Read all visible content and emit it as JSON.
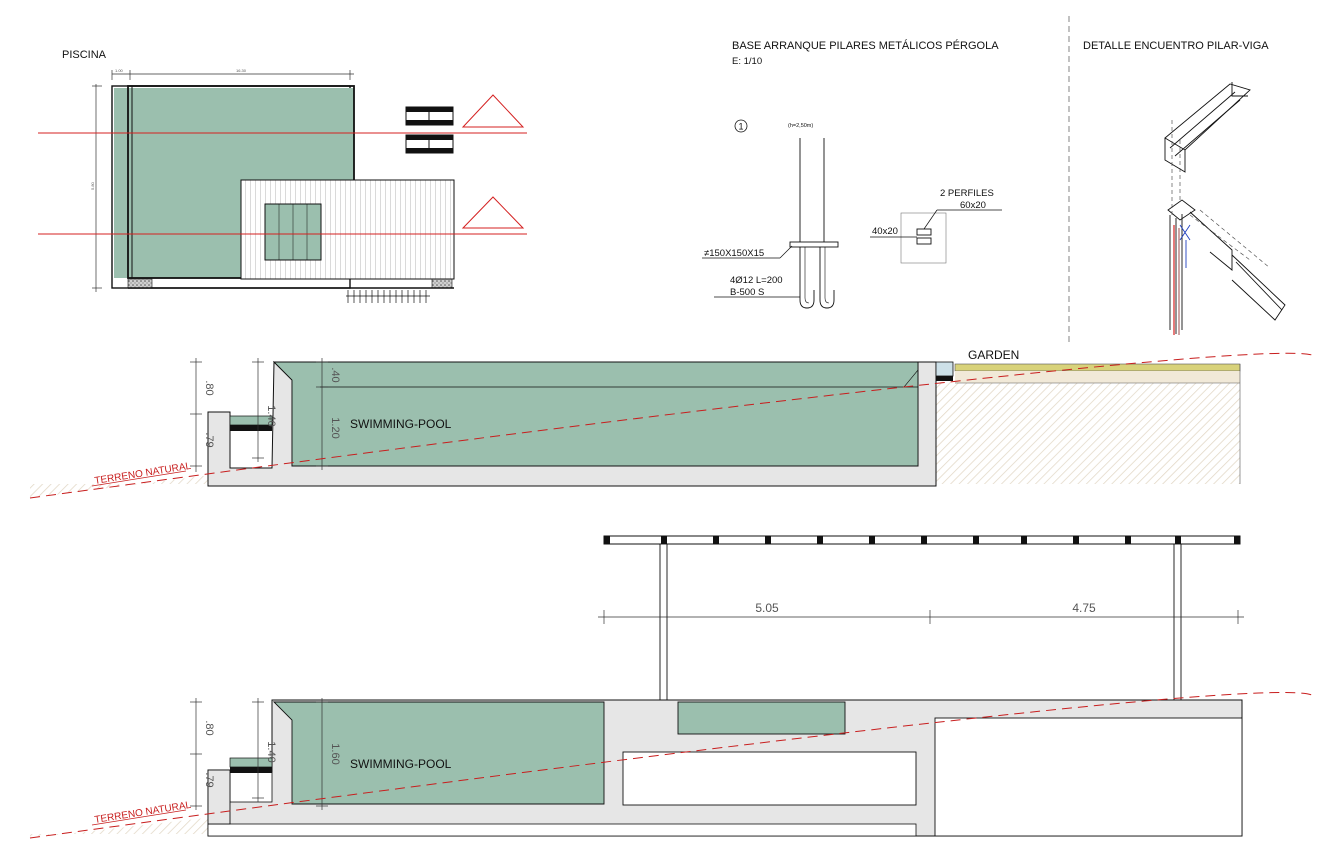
{
  "colors": {
    "water": "#9bbfae",
    "concrete": "#e6e6e6",
    "section_line": "#d42020",
    "terrain_line": "#c81e1e",
    "grass": "#d8d27a",
    "ink": "#111111"
  },
  "plan": {
    "title": "PISCINA",
    "dim_top_left": "1.00",
    "dim_top_main": "16.30",
    "dim_side": "5.80"
  },
  "base_detail": {
    "title": "BASE ARRANQUE PILARES METÁLICOS PÉRGOLA",
    "scale": "E: 1/10",
    "marker": "1",
    "height_note": "(h=2,50m)",
    "plate": "≠150X150X15",
    "bars": "4Ø12 L=200",
    "steel": "B-500 S",
    "profiles_label": "2 PERFILES",
    "profiles_size": "60x20",
    "tube_size": "40x20"
  },
  "beam_detail": {
    "title": "DETALLE ENCUENTRO PILAR-VIGA"
  },
  "section1": {
    "garden": "GARDEN",
    "pool": "SWIMMING-POOL",
    "terrain": "TERRENO NATURAL",
    "dim_80": ".80",
    "dim_79": ".79",
    "dim_140": "1.40",
    "dim_40": ".40",
    "dim_120": "1.20"
  },
  "section2": {
    "pool": "SWIMMING-POOL",
    "terrain": "TERRENO NATURAL",
    "span_left": "5.05",
    "span_right": "4.75",
    "dim_80": ".80",
    "dim_79": ".79",
    "dim_140": "1.40",
    "dim_160": "1.60"
  }
}
